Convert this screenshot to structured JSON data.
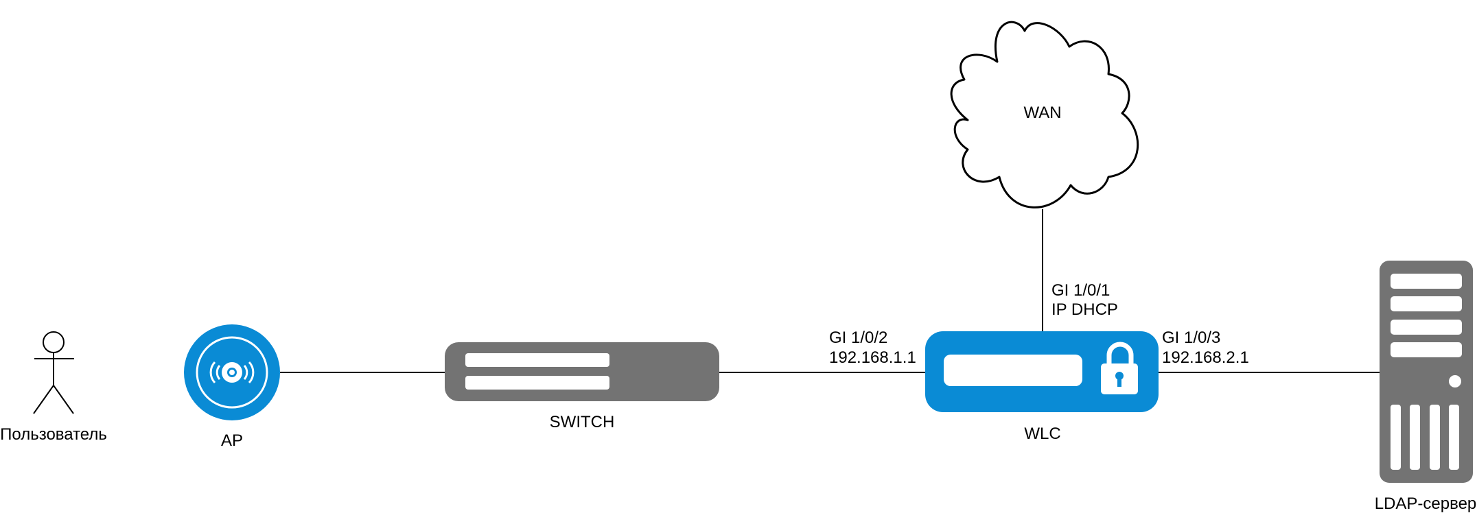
{
  "colors": {
    "line": "#000000",
    "device_gray": "#737373",
    "device_blue": "#0a8bd5",
    "fill_white": "#ffffff"
  },
  "nodes": {
    "user": {
      "label": "Пользователь",
      "icon": "person-icon"
    },
    "ap": {
      "label": "AP",
      "icon": "wireless-access-point-icon"
    },
    "switch": {
      "label": "SWITCH",
      "icon": "switch-icon"
    },
    "wlc": {
      "label": "WLC",
      "icon": "firewall-lock-icon"
    },
    "wan": {
      "label": "WAN",
      "icon": "cloud-icon"
    },
    "ldap": {
      "label": "LDAP-сервер",
      "icon": "server-icon"
    }
  },
  "ports": {
    "wlc_to_switch": {
      "iface": "GI 1/0/2",
      "ip": "192.168.1.1"
    },
    "wlc_to_wan": {
      "iface": "GI 1/0/1",
      "ip": "IP DHCP"
    },
    "wlc_to_ldap": {
      "iface": "GI 1/0/3",
      "ip": "192.168.2.1"
    }
  }
}
